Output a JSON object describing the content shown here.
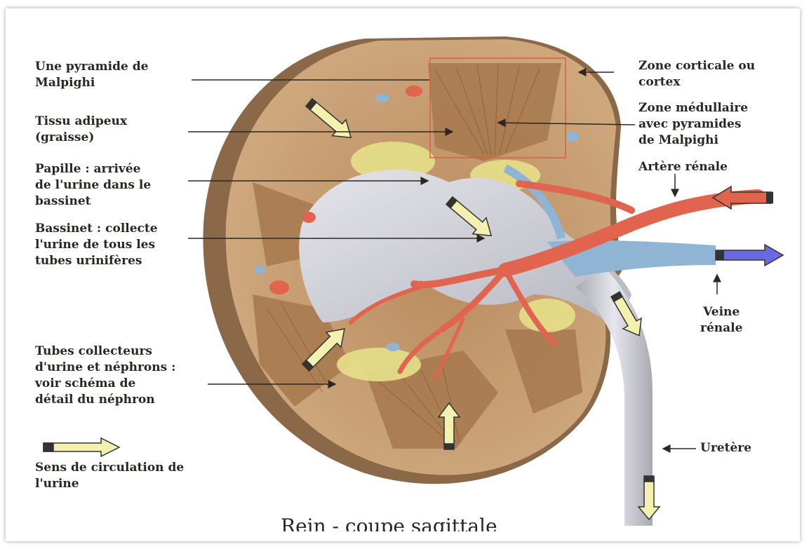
{
  "labels": {
    "pyramide": "Une pyramide de\nMalpighi",
    "tissu": "Tissu adipeux\n(graisse)",
    "papille": "Papille : arrivée\nde l'urine dans le\nbassinet",
    "bassinet": "Bassinet : collecte\nl'urine de tous les\ntubes urinifères",
    "tubes": "Tubes collecteurs\nd'urine et néphrons :\nvoir schéma de\ndétail du néphron",
    "sens": "Sens de circulation de\nl'urine",
    "cortex": "Zone corticale ou\ncortex",
    "medullaire": "Zone médullaire\navec pyramides\nde Malpighi",
    "artere": "Artère rénale",
    "veine": "Veine\nrénale",
    "uretere": "Uretère"
  },
  "caption": "Rein - coupe sagittale",
  "colors": {
    "cortex": "#c9a377",
    "medulla": "#b88a5e",
    "fat": "#e6e08a",
    "pelvis": "#cfcfd6",
    "artery": "#e0644e",
    "vein": "#8fb4d4",
    "arrow_fill": "#f3f0b0",
    "box": "#d9603a"
  }
}
